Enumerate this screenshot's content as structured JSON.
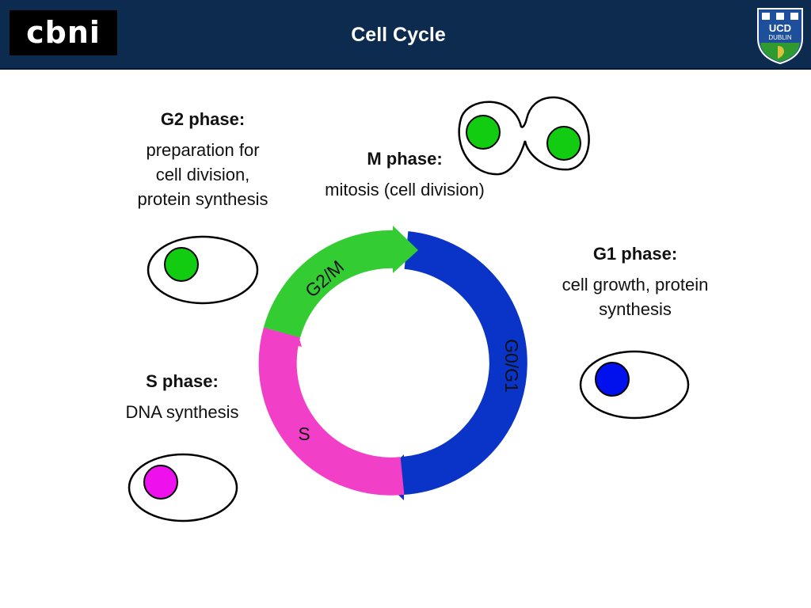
{
  "header": {
    "logo_text": "cbni",
    "title": "Cell Cycle",
    "crest": {
      "text": "UCD",
      "subtext": "DUBLIN"
    }
  },
  "phases": {
    "g2": {
      "heading": "G2 phase:",
      "description": "preparation for\ncell division,\nprotein synthesis"
    },
    "m": {
      "heading": "M phase:",
      "description": "mitosis (cell division)"
    },
    "g1": {
      "heading": "G1 phase:",
      "description": "cell growth, protein\nsynthesis"
    },
    "s": {
      "heading": "S phase:",
      "description": "DNA synthesis"
    }
  },
  "cycle": {
    "g2m_label": "G2/M",
    "g0g1_label": "G0/G1",
    "s_label": "S"
  },
  "colors": {
    "header_bg": "#0d2b4f",
    "g2m_arrow": "#33cc33",
    "g0g1_arrow": "#0a33c8",
    "s_arrow": "#f23fc8",
    "nucleus_green": "#11cc11",
    "nucleus_blue": "#0011ee",
    "nucleus_magenta": "#ee11ee"
  }
}
